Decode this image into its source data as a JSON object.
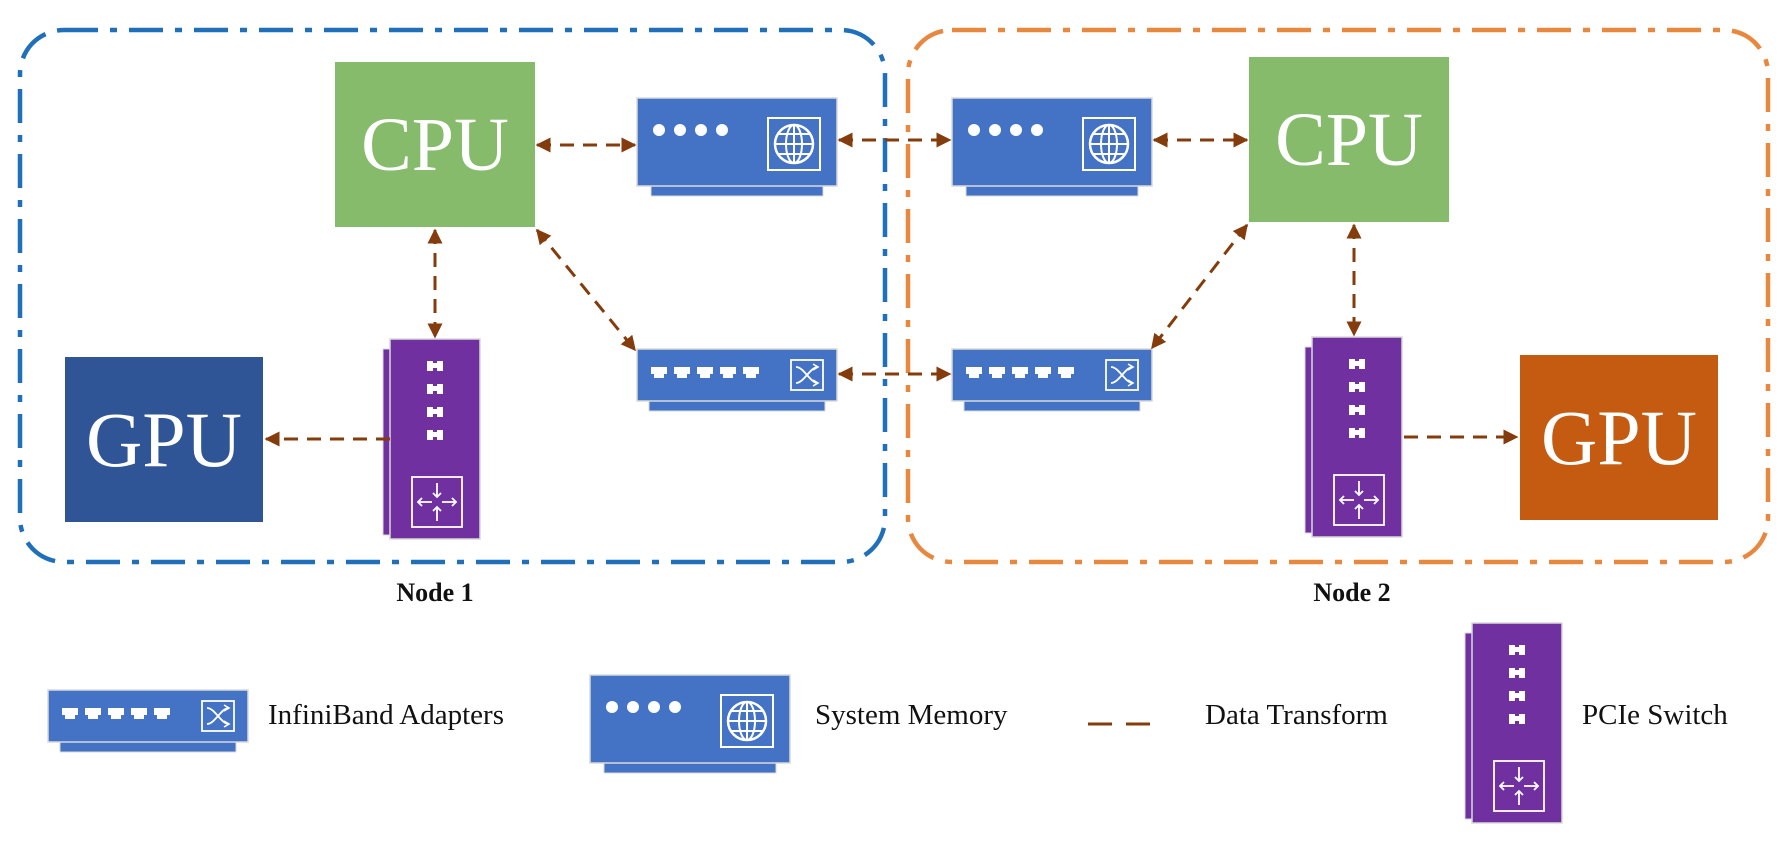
{
  "nodes": [
    {
      "label": "Node 1",
      "border_color": "#1f6fba"
    },
    {
      "label": "Node 2",
      "border_color": "#e8873e"
    }
  ],
  "components": {
    "cpu_label": "CPU",
    "gpu_label": "GPU"
  },
  "legend": {
    "infiniband": "InfiniBand Adapters",
    "memory": "System Memory",
    "data_transform": "Data Transform",
    "pcie": "PCIe Switch"
  },
  "colors": {
    "cpu": "#85bb6b",
    "gpu_node1": "#2f5597",
    "gpu_node2": "#c55a11",
    "device_blue": "#4472c4",
    "pcie_purple": "#7030a0",
    "arrow": "#843c0c"
  },
  "icons": {
    "memory": "globe-icon",
    "infiniband": "shuffle-icon",
    "pcie": "switch-arrows-icon"
  }
}
